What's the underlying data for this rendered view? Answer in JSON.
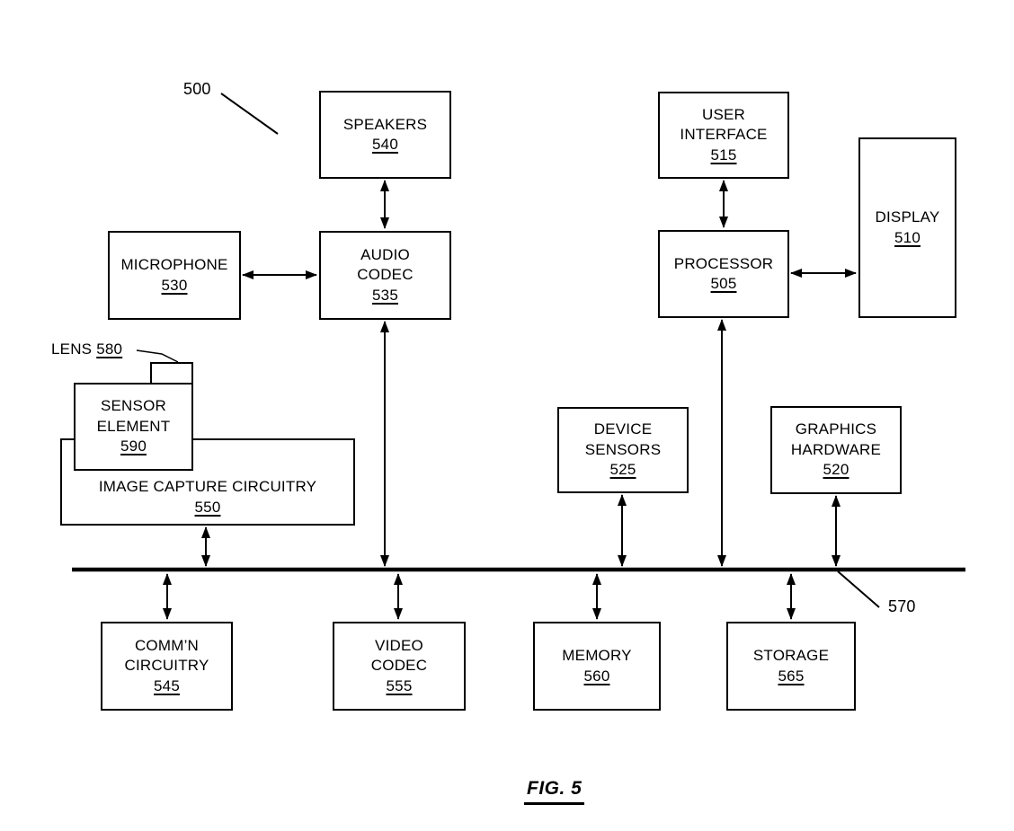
{
  "figure": {
    "caption": "FIG. 5",
    "system_ref": "500",
    "bus_ref": "570"
  },
  "lens_label": {
    "text": "LENS",
    "ref": "580"
  },
  "boxes": {
    "speakers": {
      "label": "SPEAKERS",
      "ref": "540"
    },
    "user_interface": {
      "label": "USER\nINTERFACE",
      "ref": "515"
    },
    "display": {
      "label": "DISPLAY",
      "ref": "510"
    },
    "microphone": {
      "label": "MICROPHONE",
      "ref": "530"
    },
    "audio_codec": {
      "label": "AUDIO\nCODEC",
      "ref": "535"
    },
    "processor": {
      "label": "PROCESSOR",
      "ref": "505"
    },
    "sensor_element": {
      "label": "SENSOR\nELEMENT",
      "ref": "590"
    },
    "image_capture": {
      "label": "IMAGE CAPTURE CIRCUITRY",
      "ref": "550"
    },
    "device_sensors": {
      "label": "DEVICE\nSENSORS",
      "ref": "525"
    },
    "graphics_hardware": {
      "label": "GRAPHICS\nHARDWARE",
      "ref": "520"
    },
    "comm_circuitry": {
      "label": "COMM’N\nCIRCUITRY",
      "ref": "545"
    },
    "video_codec": {
      "label": "VIDEO\nCODEC",
      "ref": "555"
    },
    "memory": {
      "label": "MEMORY",
      "ref": "560"
    },
    "storage": {
      "label": "STORAGE",
      "ref": "565"
    }
  },
  "colors": {
    "line": "#000000",
    "background": "#ffffff"
  }
}
